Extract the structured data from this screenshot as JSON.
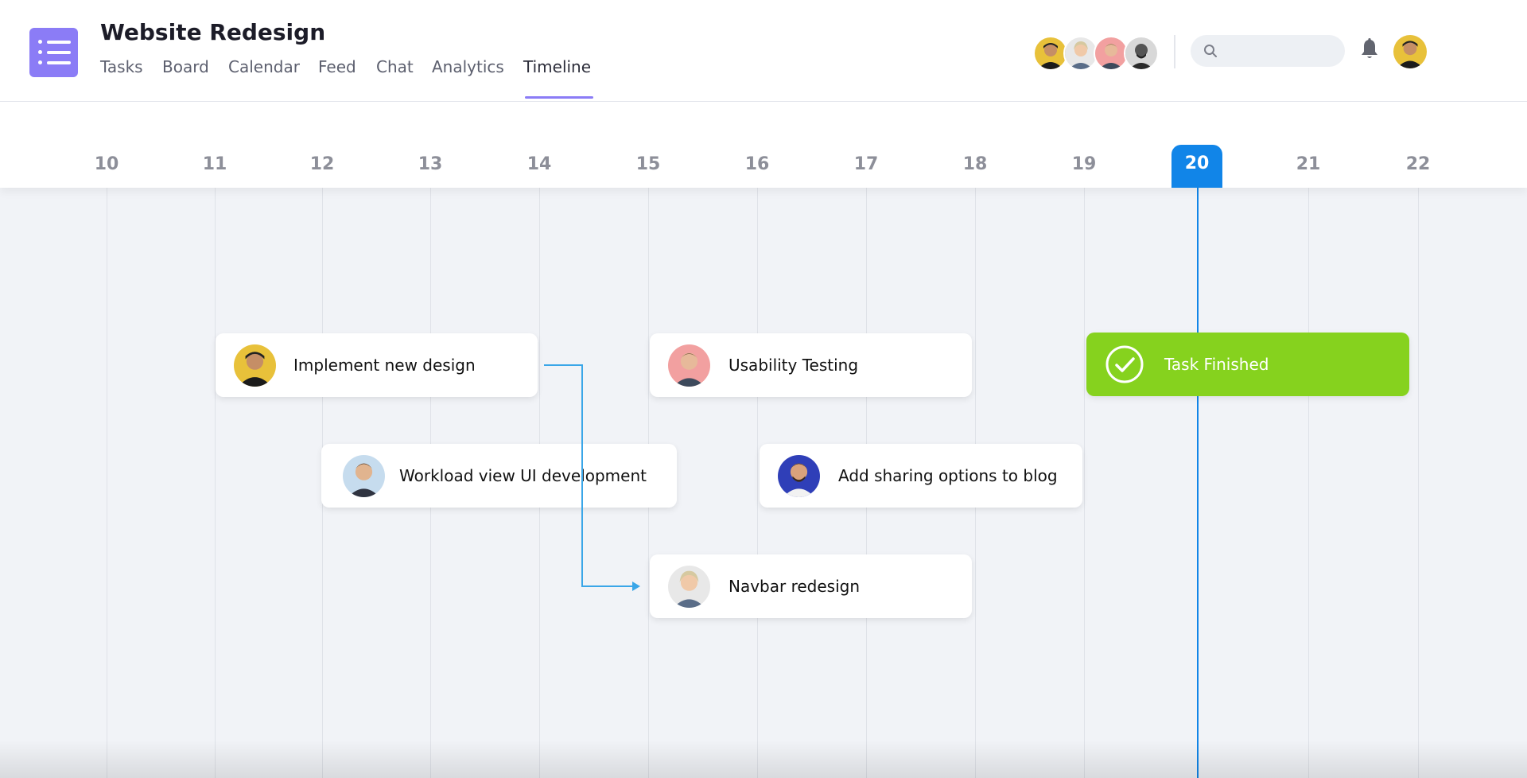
{
  "header": {
    "title": "Website Redesign",
    "app_icon": "list-icon",
    "accent_color": "#8b7cf6",
    "tabs": [
      {
        "label": "Tasks"
      },
      {
        "label": "Board"
      },
      {
        "label": "Calendar"
      },
      {
        "label": "Feed"
      },
      {
        "label": "Chat"
      },
      {
        "label": "Analytics"
      },
      {
        "label": "Timeline",
        "active": true
      }
    ],
    "team_avatars": [
      "avatar-1",
      "avatar-2",
      "avatar-3",
      "avatar-4"
    ],
    "search": {
      "placeholder": ""
    },
    "icons": [
      "search-icon",
      "bell-icon"
    ]
  },
  "timeline": {
    "days": [
      "10",
      "11",
      "12",
      "13",
      "14",
      "15",
      "16",
      "17",
      "18",
      "19",
      "20",
      "21",
      "22"
    ],
    "today": "20",
    "today_color": "#1185e8",
    "tasks": [
      {
        "label": "Implement new design"
      },
      {
        "label": "Usability Testing"
      },
      {
        "label": "Task Finished",
        "status": "finished",
        "color": "#86d21e"
      },
      {
        "label": "Workload view UI development"
      },
      {
        "label": "Add sharing options to blog"
      },
      {
        "label": "Navbar redesign"
      }
    ]
  }
}
